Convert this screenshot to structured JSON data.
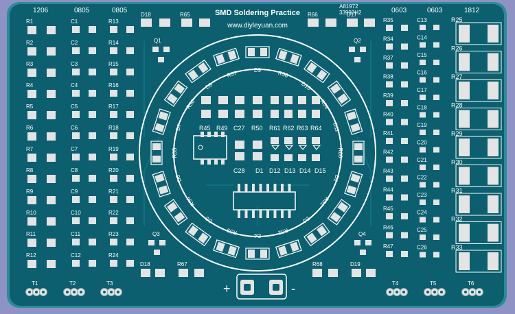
{
  "board": {
    "title": "SMD Soldering Practice",
    "url": "www.diyleyuan.com",
    "code1": "A81972",
    "code2": "33993H2",
    "plus": "+",
    "minus": "-"
  },
  "column_headers": [
    "1206",
    "0805",
    "0805",
    "0603",
    "0603",
    "1812"
  ],
  "col1_labels": [
    "R1",
    "R2",
    "R3",
    "R4",
    "R5",
    "R6",
    "R7",
    "R8",
    "R9",
    "R10",
    "R11",
    "R12"
  ],
  "col2_labels": [
    "C1",
    "C2",
    "C3",
    "C4",
    "C5",
    "C6",
    "C7",
    "C8",
    "C9",
    "C10",
    "C11",
    "C12"
  ],
  "col3_labels": [
    "R13",
    "R14",
    "R15",
    "R16",
    "R17",
    "R18",
    "R19",
    "R20",
    "R21",
    "R22",
    "R23",
    "R24"
  ],
  "col4_labels": [
    "R35",
    "R34",
    "R37",
    "R38",
    "R39",
    "R40",
    "R41",
    "R42",
    "R43",
    "R44",
    "R45",
    "R46",
    "R47"
  ],
  "col5_labels": [
    "C13",
    "C14",
    "C15",
    "C16",
    "C17",
    "C18",
    "C19",
    "C20",
    "C21",
    "C22",
    "C23",
    "C24",
    "C25",
    "C26"
  ],
  "col6_labels": [
    "R25",
    "R26",
    "R27",
    "R28",
    "R29",
    "R30",
    "R31",
    "R32",
    "R33"
  ],
  "transistor_labels": [
    "T1",
    "T2",
    "T3",
    "T4",
    "T5",
    "T6"
  ],
  "ring_labels": [
    "D9",
    "R58",
    "D10",
    "R59",
    "D11",
    "R60",
    "D2",
    "R51",
    "D3",
    "R52",
    "D4",
    "R53",
    "D5",
    "R54",
    "D6",
    "R55",
    "D7",
    "R56",
    "D8",
    "R57"
  ],
  "misc_labels": {
    "d18_top": "D18",
    "r65": "R65",
    "r66": "R66",
    "d17": "D17",
    "q1": "Q1",
    "q2": "Q2",
    "q3": "Q3",
    "q4": "Q4",
    "d18_bottom": "D18",
    "r67": "R67",
    "r68": "R68",
    "d19": "D19"
  },
  "center_labels": {
    "r45": "R45",
    "r49": "R49",
    "c27": "C27",
    "r50": "R50",
    "r61": "R61",
    "r62": "R62",
    "r63": "R63",
    "r64": "R64",
    "c28": "C28",
    "d1": "D1",
    "d12": "D12",
    "d13": "D13",
    "d14": "D14",
    "d15": "D15"
  },
  "colors": {
    "board": "#0b5f6e",
    "board_edge": "#2d8a96",
    "silkscreen": "#ffffff",
    "pad": "#e4e4e4",
    "trace": "#0f7786",
    "background": "#8f92c4"
  }
}
